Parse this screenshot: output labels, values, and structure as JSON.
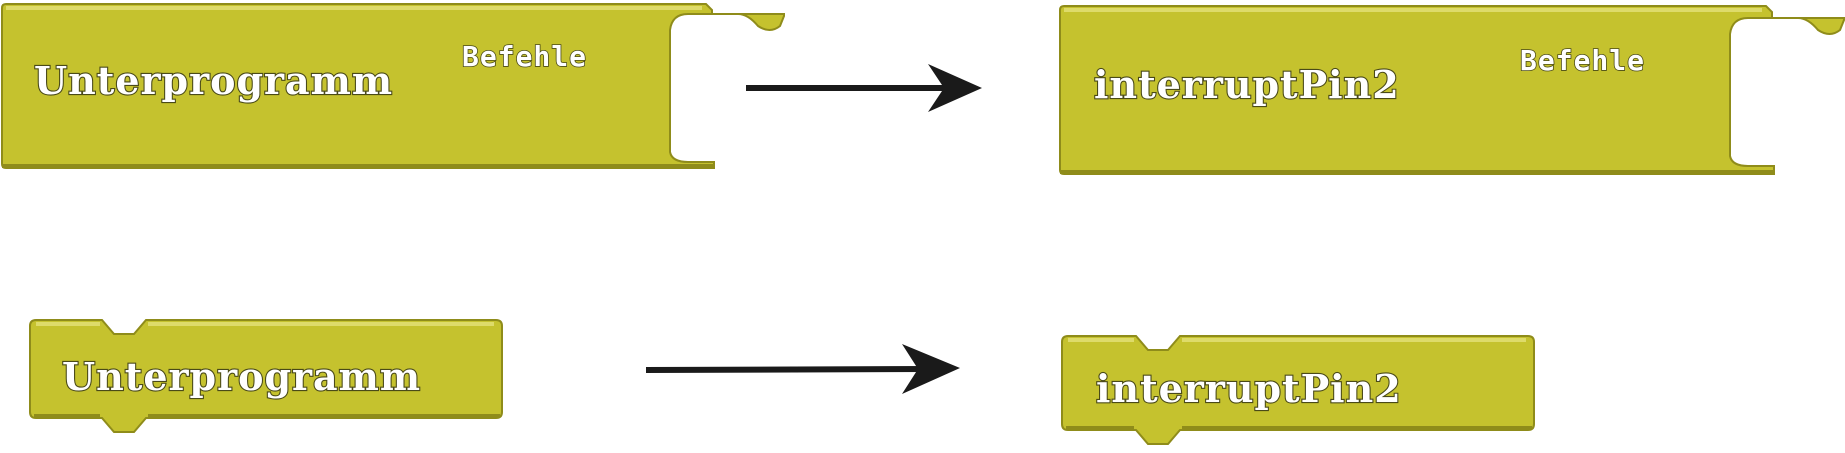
{
  "diagram": {
    "colors": {
      "block_fill": "#c5c22e",
      "block_highlight": "#dedb6a",
      "block_shadow": "#8f8c1a",
      "arrow": "#1a1a1a"
    },
    "row_top": {
      "before": {
        "label": "Unterprogramm",
        "sublabel": "Befehle"
      },
      "after": {
        "label": "interruptPin2",
        "sublabel": "Befehle"
      }
    },
    "row_bottom": {
      "before": {
        "label": "Unterprogramm"
      },
      "after": {
        "label": "interruptPin2"
      }
    }
  }
}
